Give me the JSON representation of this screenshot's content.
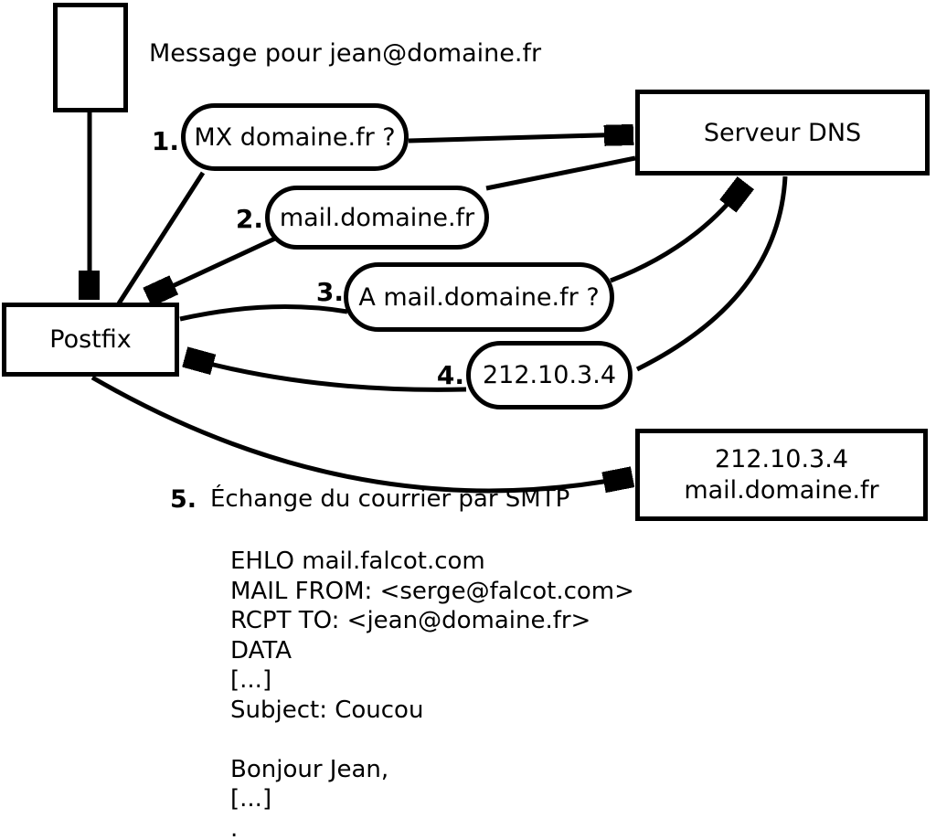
{
  "diagram": {
    "message_label": "Message pour jean@domaine.fr",
    "nodes": {
      "postfix": {
        "label": "Postfix"
      },
      "dns": {
        "label": "Serveur DNS"
      },
      "target": {
        "line1": "212.10.3.4",
        "line2": "mail.domaine.fr"
      }
    },
    "steps": [
      {
        "num": "1.",
        "label": "MX domaine.fr ?"
      },
      {
        "num": "2.",
        "label": "mail.domaine.fr"
      },
      {
        "num": "3.",
        "label": "A mail.domaine.fr ?"
      },
      {
        "num": "4.",
        "label": "212.10.3.4"
      },
      {
        "num": "5.",
        "label": "Échange du courrier par SMTP"
      }
    ],
    "smtp_session": {
      "lines": [
        "EHLO mail.falcot.com",
        "MAIL FROM: <serge@falcot.com>",
        "RCPT TO: <jean@domaine.fr>",
        "DATA",
        "[...]",
        "Subject: Coucou",
        "",
        "Bonjour Jean,",
        "[...]",
        "."
      ]
    },
    "colors": {
      "ink": "#000000",
      "background": "#ffffff"
    }
  }
}
